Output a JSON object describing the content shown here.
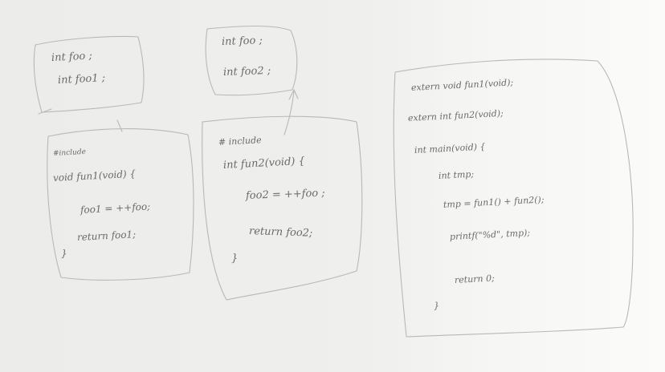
{
  "box_a": {
    "line1": "int foo ;",
    "line2": "int foo1 ;"
  },
  "box_b": {
    "line1": "int foo ;",
    "line2": "int foo2 ;"
  },
  "box_c": {
    "include": "#include",
    "line1": "void fun1(void) {",
    "line2": "foo1 = ++foo;",
    "line3": "return foo1;",
    "line4": "}"
  },
  "box_d": {
    "include": "# include",
    "line1": "int fun2(void) {",
    "line2": "foo2 = ++foo ;",
    "line3": "return foo2;",
    "line4": "}"
  },
  "box_e": {
    "line1": "extern void fun1(void);",
    "line2": "extern int fun2(void);",
    "line3": "int main(void) {",
    "line4": "int tmp;",
    "line5": "tmp = fun1() + fun2();",
    "line6": "printf(\"%d\", tmp);",
    "line7": "return 0;",
    "line8": "}"
  }
}
